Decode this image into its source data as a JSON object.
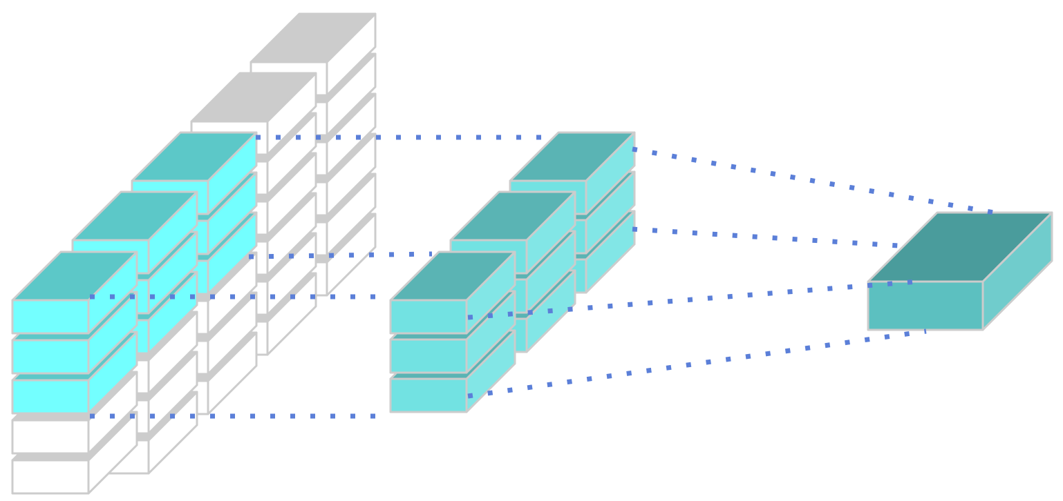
{
  "colors": {
    "background": "#ffffff",
    "edge": "#cccccc",
    "dotted_line": "#5b7fd8",
    "empty_front": "#ffffff",
    "empty_side": "#ffffff",
    "empty_top": "#cccccc",
    "input_front": "#73ffff",
    "input_side": "#73ffff",
    "input_top": "#5cc8c8",
    "mid_front": "#72e2e2",
    "mid_side": "#82e6e6",
    "mid_top": "#5ab4b4",
    "out_front": "#5cc0c0",
    "out_side": "#70cccc",
    "out_top": "#4a9c9c"
  },
  "groups": [
    {
      "id": "input-volume",
      "columns": [
        {
          "id": "input-column-back",
          "cells": [
            "empty",
            "empty",
            "empty",
            "empty",
            "empty",
            "empty"
          ]
        },
        {
          "id": "input-column-2",
          "cells": [
            "empty",
            "empty",
            "empty",
            "empty",
            "empty",
            "empty"
          ]
        },
        {
          "id": "input-column-3",
          "cells": [
            "input",
            "input",
            "input",
            "empty",
            "empty",
            "empty"
          ]
        },
        {
          "id": "input-column-4",
          "cells": [
            "input",
            "input",
            "input",
            "empty",
            "empty",
            "empty"
          ]
        },
        {
          "id": "input-column-front",
          "cells": [
            "input",
            "input",
            "input",
            "empty",
            "empty"
          ]
        }
      ]
    },
    {
      "id": "intermediate-volume",
      "columns": [
        {
          "id": "mid-column-back",
          "cells": [
            "mid",
            "mid",
            "mid"
          ]
        },
        {
          "id": "mid-column-middle",
          "cells": [
            "mid",
            "mid",
            "mid"
          ]
        },
        {
          "id": "mid-column-front",
          "cells": [
            "mid",
            "mid",
            "mid"
          ]
        }
      ]
    },
    {
      "id": "output-volume",
      "columns": [
        {
          "id": "output-column",
          "cells": [
            "out"
          ]
        }
      ]
    }
  ]
}
